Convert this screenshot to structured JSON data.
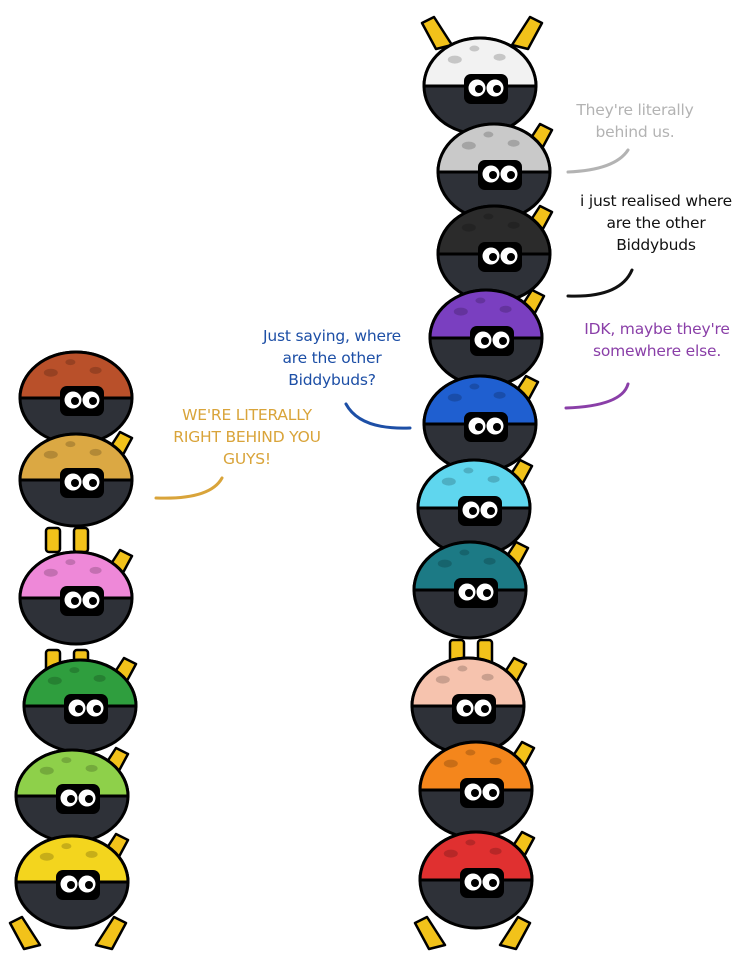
{
  "dialogue": {
    "grey_bud": {
      "lines": [
        "They're literally",
        "behind us."
      ],
      "color": "#b3b3b3"
    },
    "black_bud": {
      "lines": [
        "i just realised where",
        "are the other",
        "Biddybuds"
      ],
      "color": "#111111"
    },
    "purple_bud": {
      "lines": [
        "IDK, maybe they're",
        "somewhere else."
      ],
      "color": "#8a3fa8"
    },
    "blue_bud": {
      "lines": [
        "Just saying, where",
        "are the other",
        "Biddybuds?"
      ],
      "color": "#1d4fa6"
    },
    "gold_bud": {
      "lines": [
        "WE'RE LITERALLY",
        "RIGHT BEHIND YOU",
        "GUYS!"
      ],
      "color": "#d9a43a"
    }
  },
  "characters": {
    "right_stack": [
      "white",
      "silver",
      "black",
      "purple",
      "blue",
      "cyan",
      "teal",
      "peach",
      "orange",
      "red"
    ],
    "left_stack": [
      "brown",
      "gold",
      "pink",
      "green",
      "lime",
      "yellow"
    ]
  },
  "palette": {
    "white": "#f2f2f2",
    "silver": "#c9c9c9",
    "black": "#2b2b2b",
    "purple": "#7a3fc0",
    "blue": "#1f5fd0",
    "cyan": "#5fd6ee",
    "teal": "#1c7a85",
    "peach": "#f6c3ae",
    "orange": "#f4861c",
    "red": "#e03030",
    "brown": "#b9502a",
    "gold": "#dba843",
    "pink": "#ee88d8",
    "green": "#2f9e3e",
    "lime": "#8ed04a",
    "yellow": "#f3d51e",
    "body": "#2e3138",
    "antenna": "#f2c21a",
    "outline": "#000000"
  }
}
